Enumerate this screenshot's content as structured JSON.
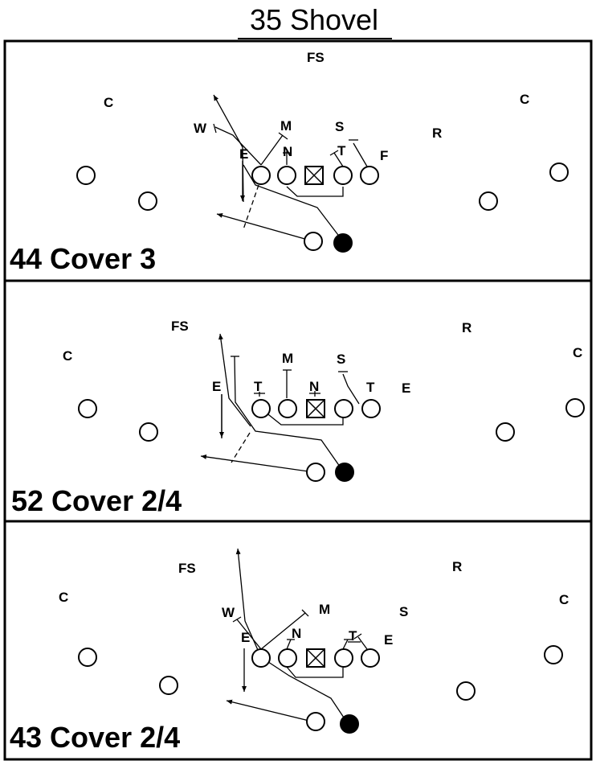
{
  "title": "35 Shovel",
  "panels": [
    {
      "label": "44 Cover 3",
      "defenders": [
        "FS",
        "C",
        "C",
        "W",
        "M",
        "S",
        "R",
        "E",
        "N",
        "T",
        "F"
      ]
    },
    {
      "label": "52 Cover 2/4",
      "defenders": [
        "FS",
        "R",
        "C",
        "C",
        "M",
        "S",
        "E",
        "T",
        "N",
        "T",
        "E"
      ]
    },
    {
      "label": "43 Cover 2/4",
      "defenders": [
        "FS",
        "R",
        "C",
        "C",
        "W",
        "M",
        "S",
        "E",
        "N",
        "T",
        "E"
      ]
    }
  ]
}
